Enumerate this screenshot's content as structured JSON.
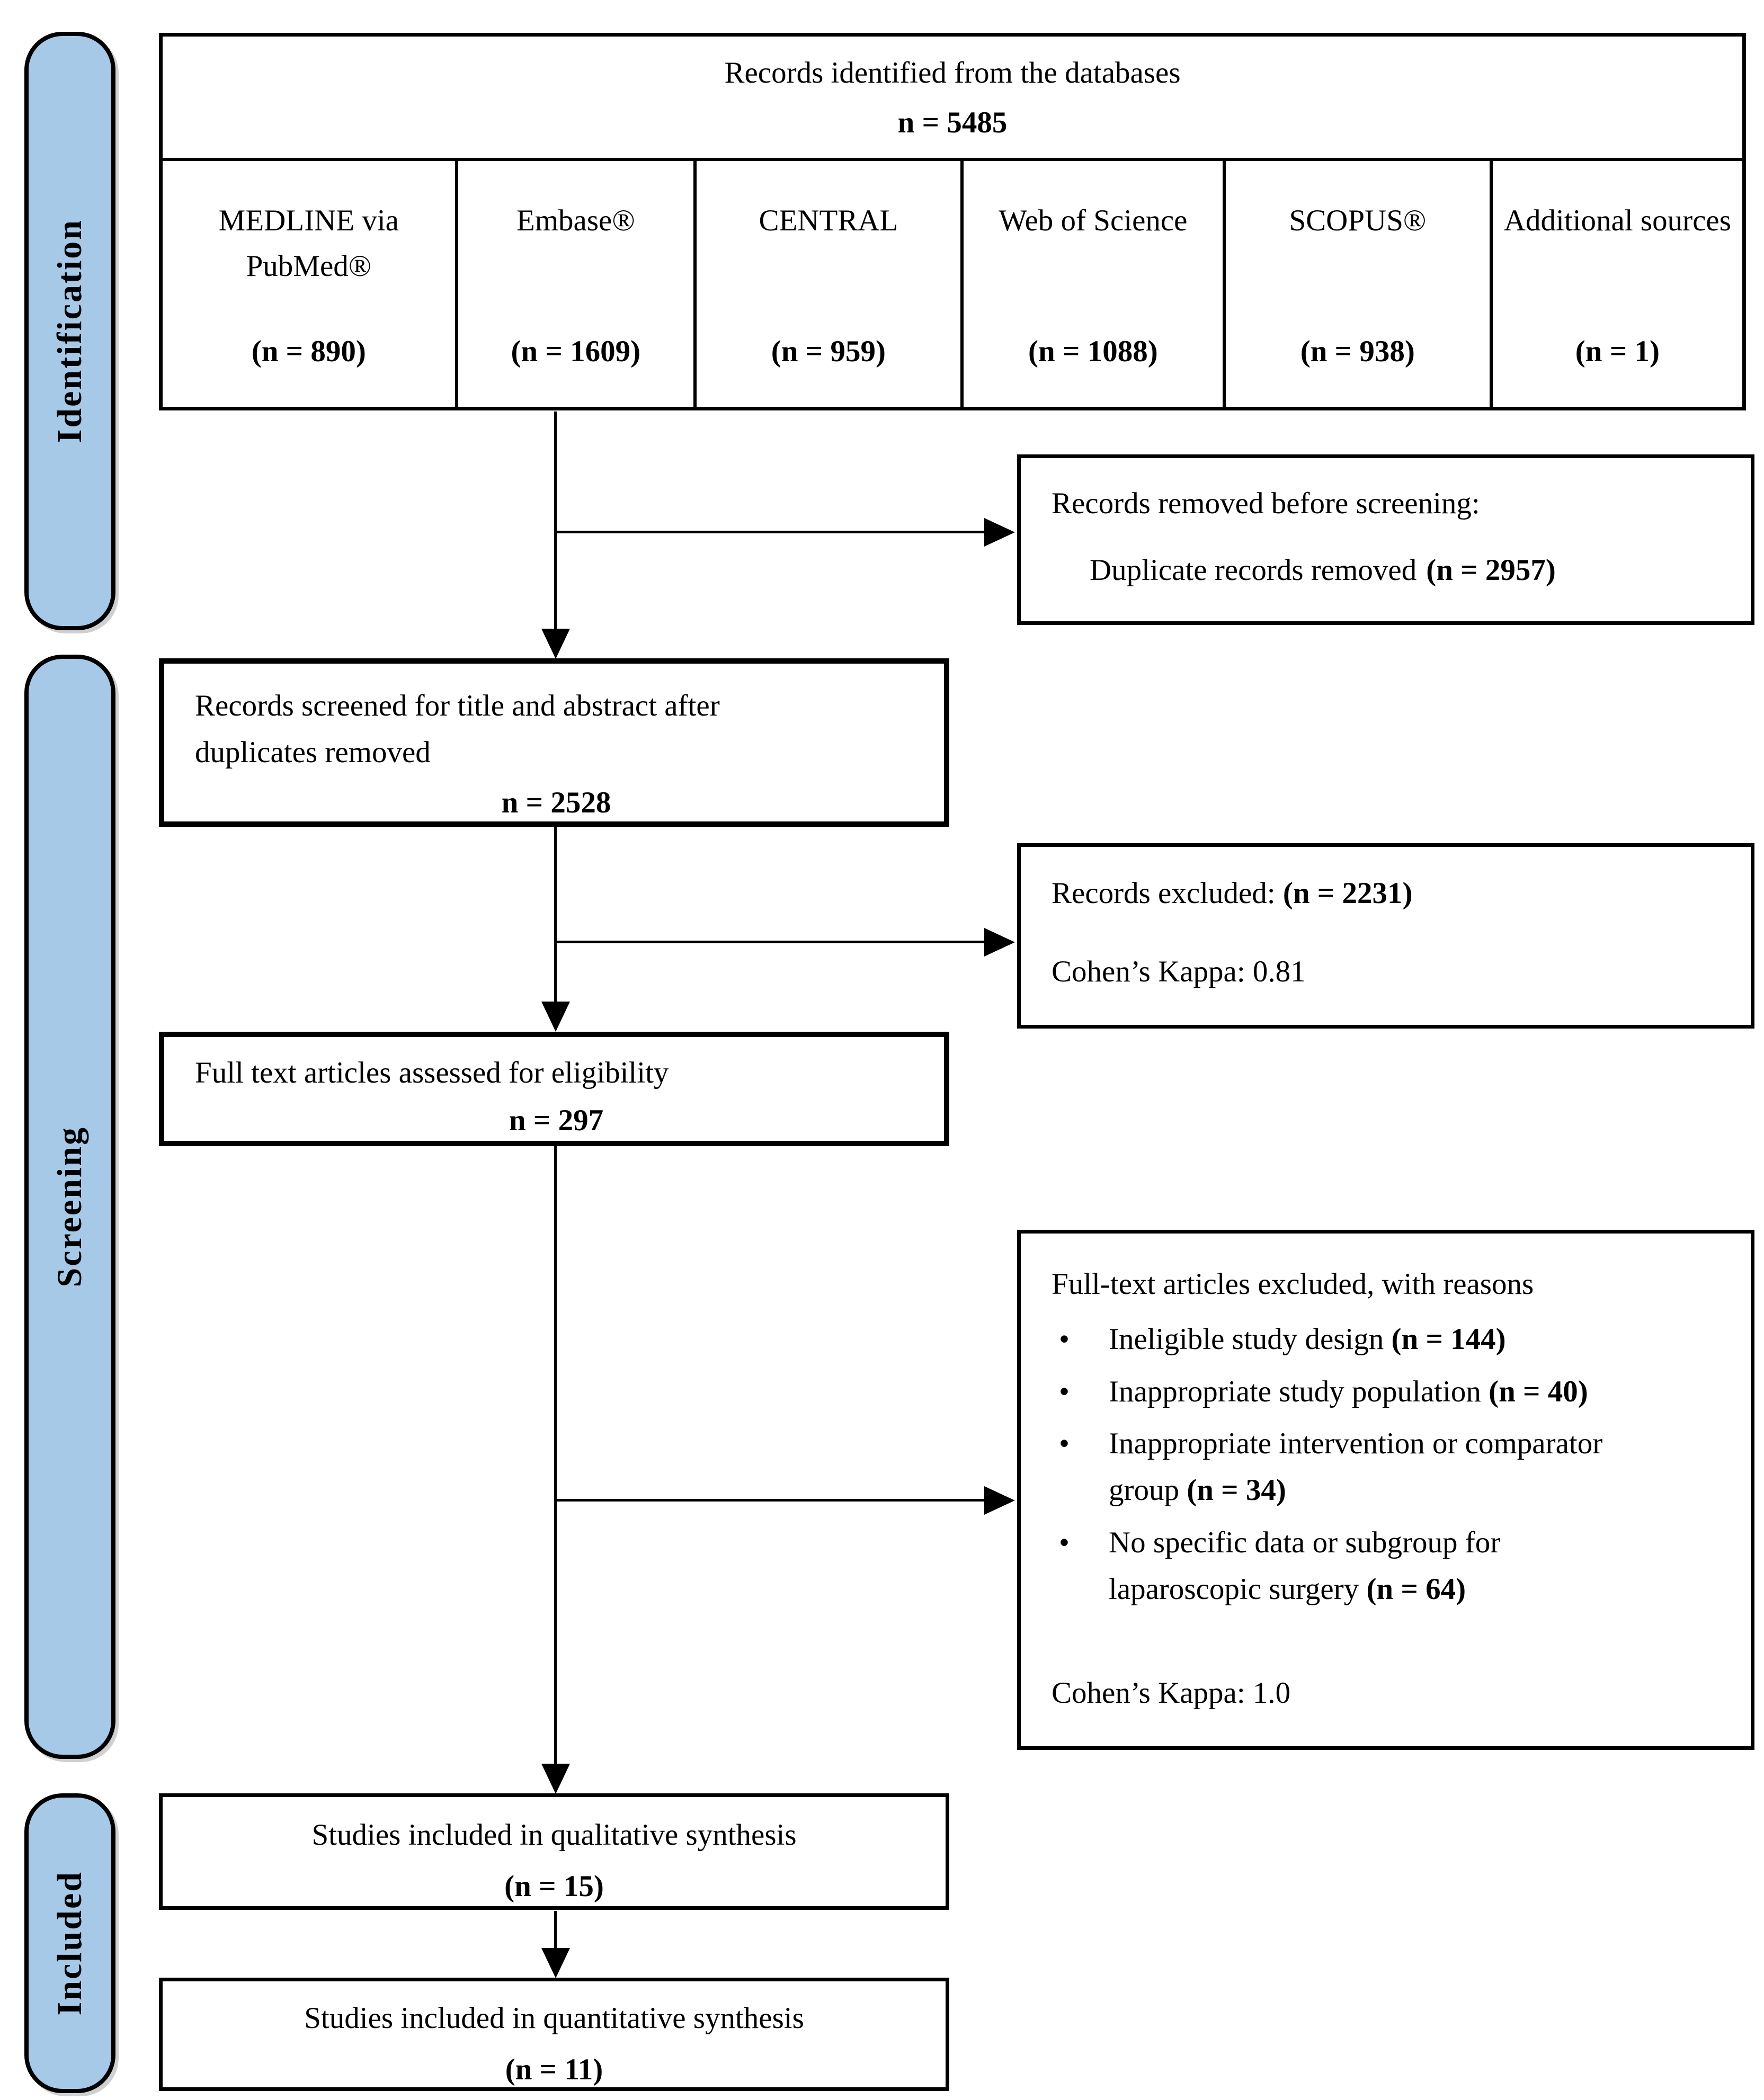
{
  "figure": {
    "type": "prisma-flow-diagram",
    "colors": {
      "stage_pill_fill": "#A6C9E8",
      "box_border": "#000000",
      "background": "#FFFFFF",
      "text": "#000000"
    }
  },
  "stages": {
    "identification": "Identification",
    "screening": "Screening",
    "included": "Included"
  },
  "top_table": {
    "header_line1": "Records identified from the databases",
    "header_count": "n = 5485",
    "columns": [
      {
        "name": "MEDLINE via PubMed®",
        "count": "(n = 890)"
      },
      {
        "name": "Embase®",
        "count": "(n = 1609)"
      },
      {
        "name": "CENTRAL",
        "count": "(n = 959)"
      },
      {
        "name": "Web of Science",
        "count": "(n = 1088)"
      },
      {
        "name": "SCOPUS®",
        "count": "(n = 938)"
      },
      {
        "name": "Additional sources",
        "count": "(n = 1)"
      }
    ]
  },
  "boxes": {
    "records_removed": {
      "line1": "Records removed before screening:",
      "line2_text": "Duplicate records removed",
      "line2_count": "(n = 2957)"
    },
    "records_screened": {
      "line1": "Records screened for title and abstract after",
      "line2": "duplicates removed",
      "count": "n = 2528"
    },
    "records_excluded": {
      "line1_text": "Records excluded:",
      "line1_count": "(n = 2231)",
      "kappa": "Cohen’s Kappa: 0.81"
    },
    "full_text": {
      "line1": "Full text articles assessed for eligibility",
      "count": "n = 297"
    },
    "fulltext_excluded": {
      "title": "Full-text articles excluded, with reasons",
      "bullet_glyph": "•",
      "bullets": [
        {
          "text": "Ineligible study design",
          "count": "(n = 144)"
        },
        {
          "text": "Inappropriate study population",
          "count": "(n = 40)"
        },
        {
          "text": "Inappropriate intervention or comparator group",
          "count": "(n = 34)"
        },
        {
          "text": "No specific data or subgroup for laparoscopic surgery",
          "count": "(n = 64)"
        }
      ],
      "kappa": "Cohen’s Kappa: 1.0"
    },
    "qualitative": {
      "line1": "Studies included in qualitative synthesis",
      "count": "(n = 15)"
    },
    "quantitative": {
      "line1": "Studies included in quantitative synthesis",
      "count": "(n = 11)"
    }
  }
}
